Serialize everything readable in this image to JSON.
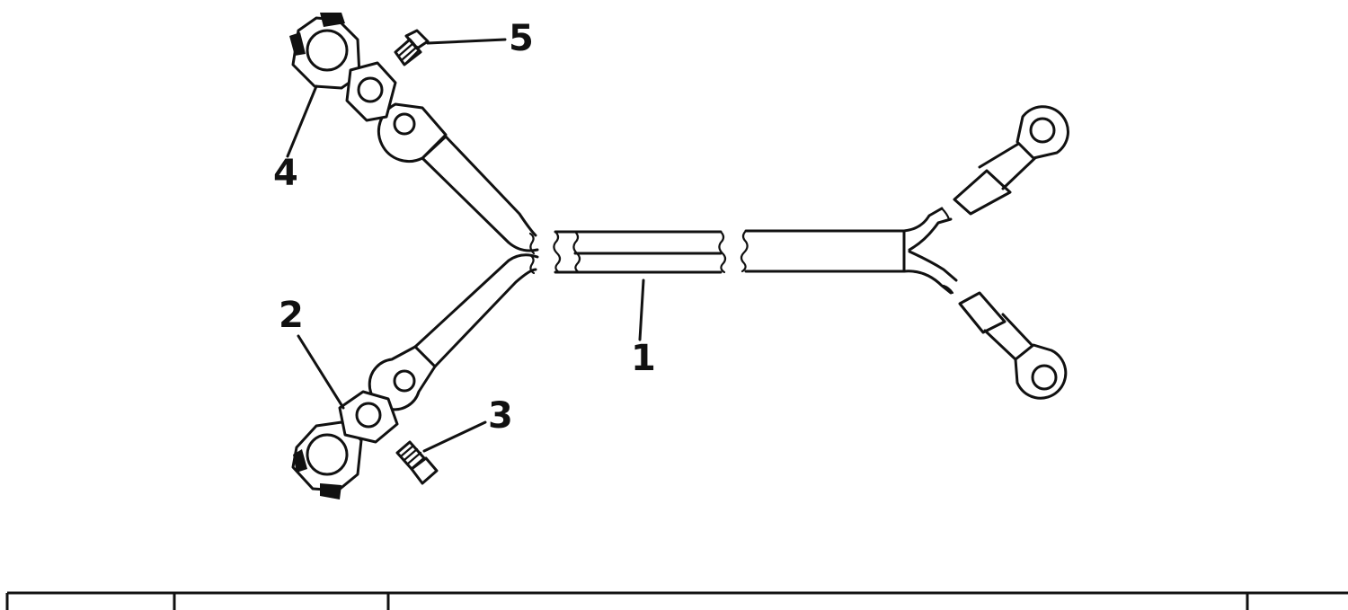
{
  "diagram": {
    "callouts": {
      "cable_assembly": "1",
      "negative_clamp": "2",
      "negative_clamp_screw": "3",
      "positive_clamp": "4",
      "positive_clamp_screw": "5"
    }
  }
}
